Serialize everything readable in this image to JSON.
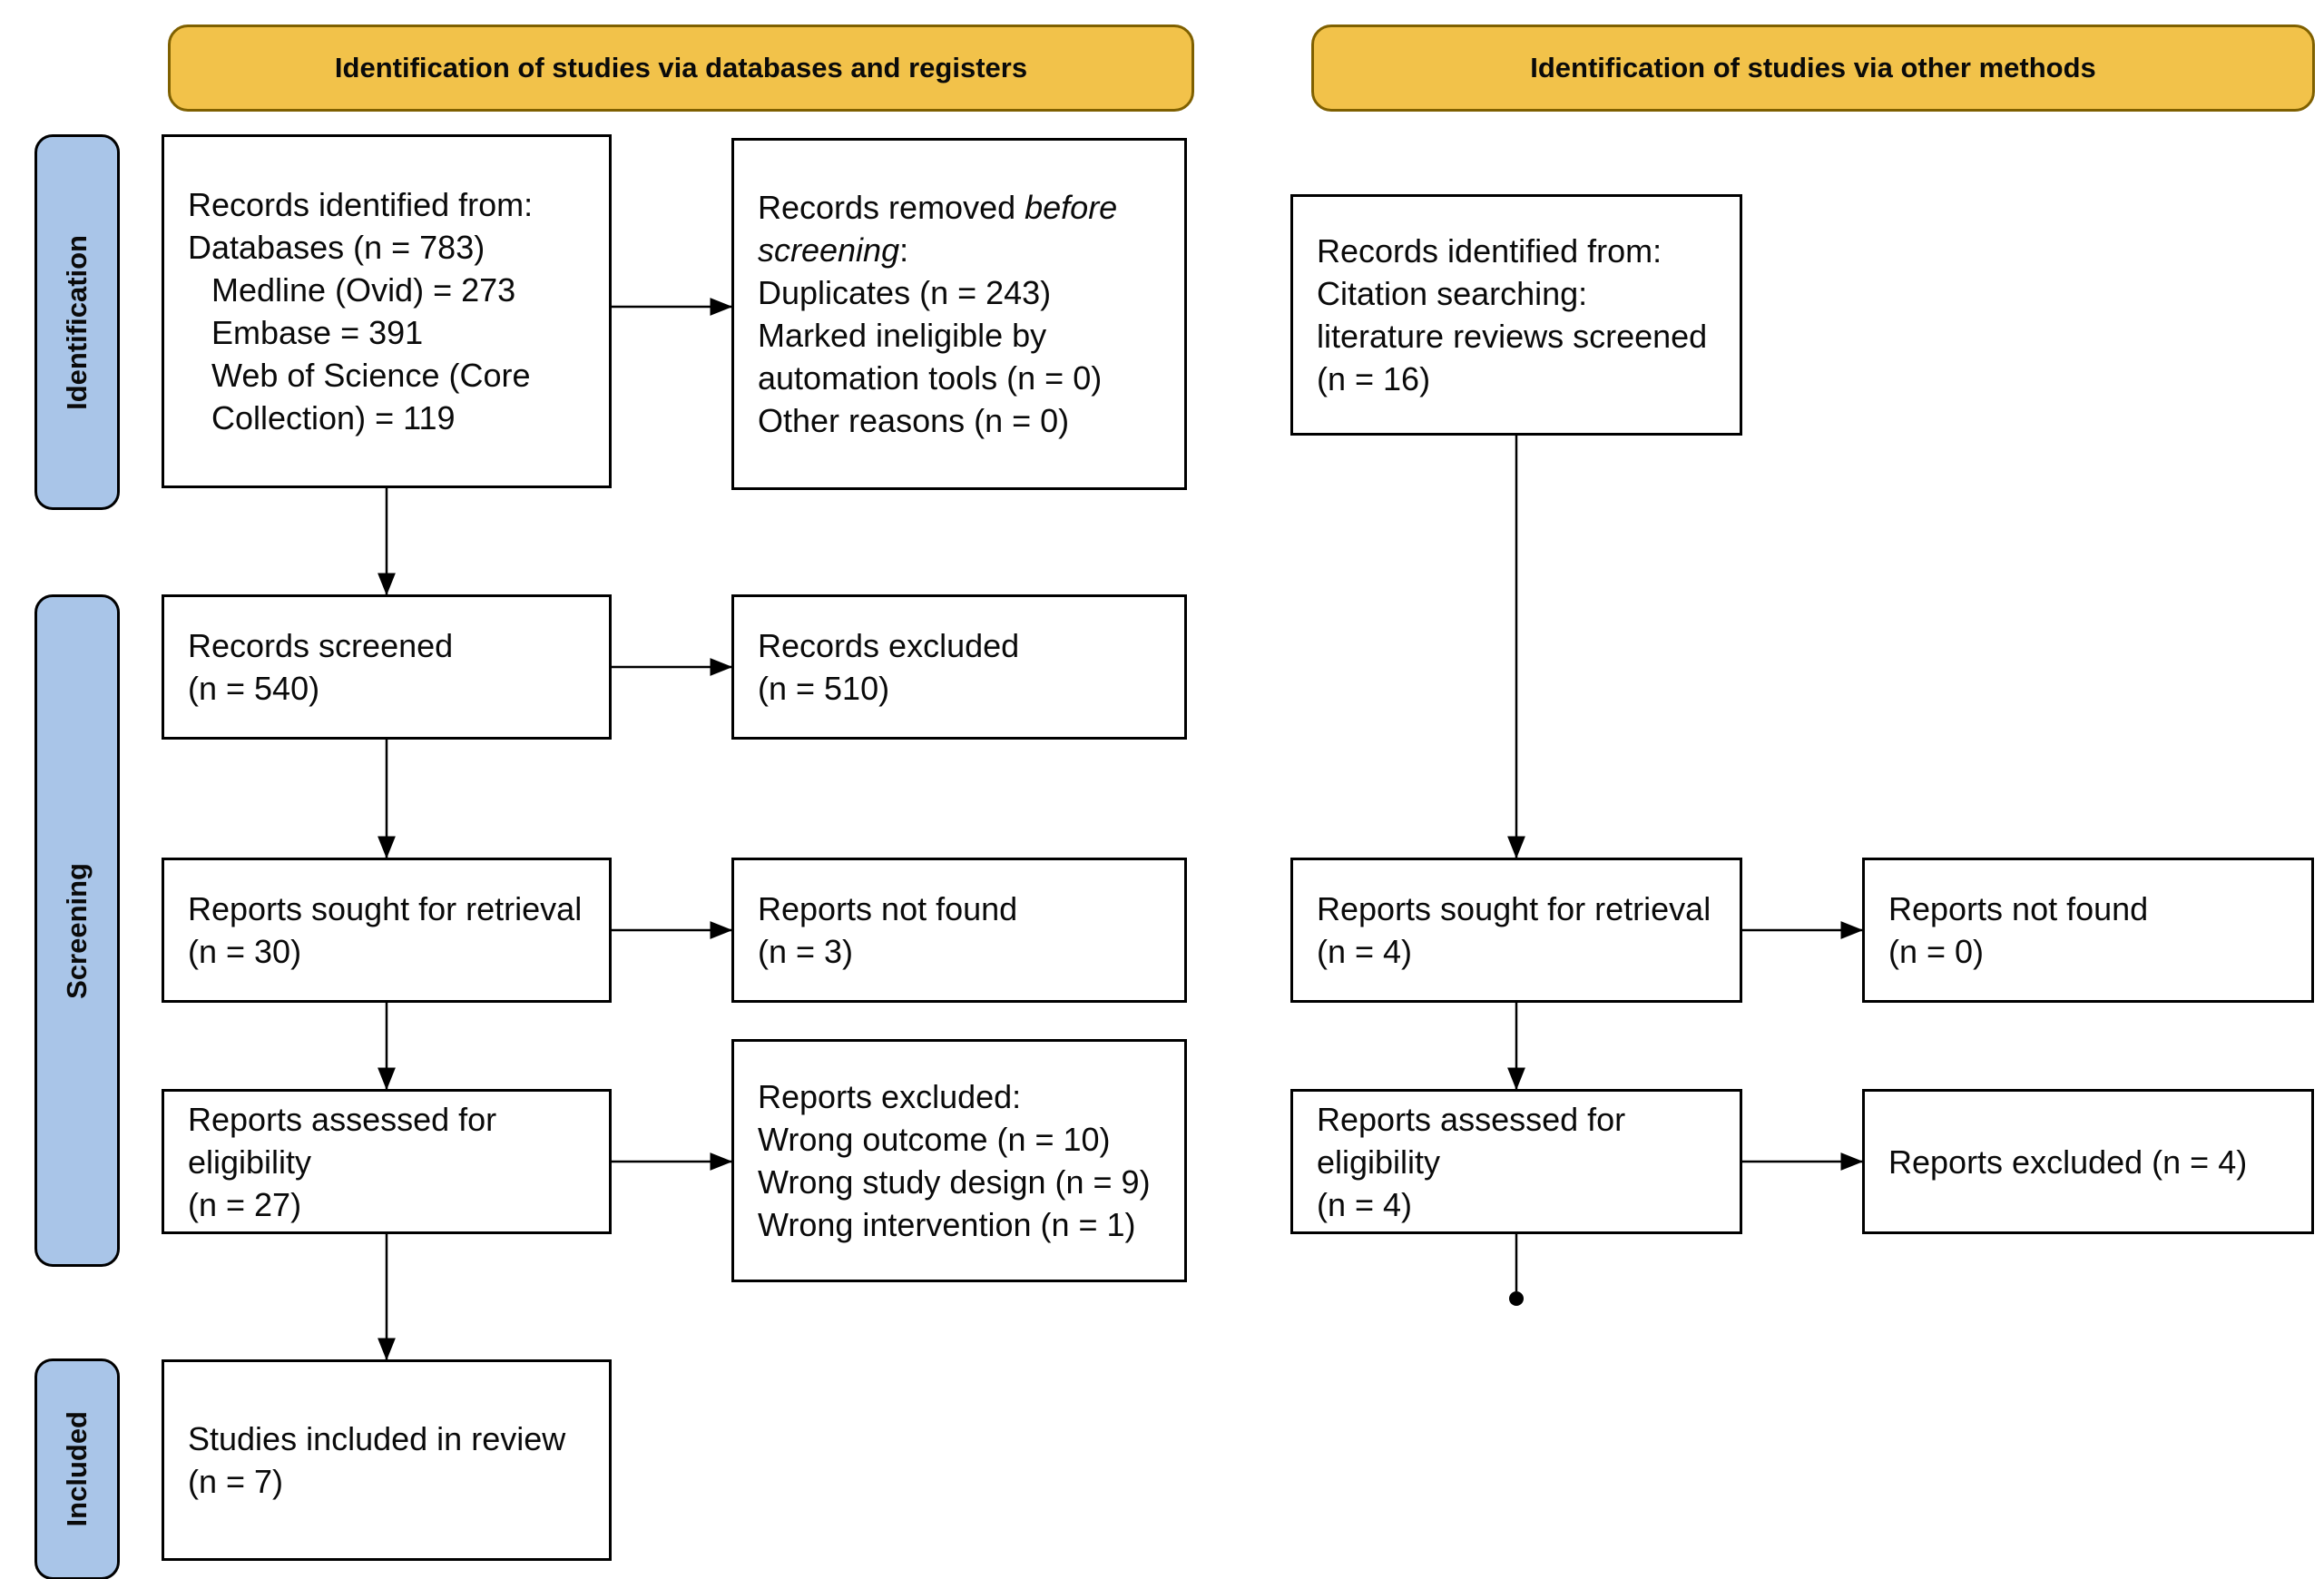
{
  "banners": {
    "databases_registers": "Identification of studies via databases and registers",
    "other_methods": "Identification of studies via other methods"
  },
  "stage_labels": {
    "identification": "Identification",
    "screening": "Screening",
    "included": "Included"
  },
  "colors": {
    "banner_fill": "#F2C24A",
    "banner_border": "#7F6000",
    "stage_fill": "#A9C5E8",
    "stage_border": "#000000",
    "box_border": "#000000",
    "box_fill": "#FFFFFF",
    "connector": "#000000"
  },
  "left_flow": {
    "records_identified": {
      "lines": [
        "Records identified from:",
        "Databases (n = 783)"
      ],
      "sub_lines": [
        "Medline (Ovid) = 273",
        "Embase = 391",
        "Web of Science (Core",
        "Collection) = 119"
      ]
    },
    "records_removed": {
      "normal_prefix": "Records removed ",
      "italic_line1": "before",
      "italic_line2": "screening",
      "suffix": ":",
      "lines": [
        "Duplicates (n = 243)",
        "Marked ineligible by",
        "automation tools (n = 0)",
        "Other reasons (n = 0)"
      ]
    },
    "records_screened": {
      "lines": [
        "Records screened",
        "(n = 540)"
      ]
    },
    "records_excluded": {
      "lines": [
        "Records excluded",
        "(n = 510)"
      ]
    },
    "reports_sought": {
      "lines": [
        "Reports sought for retrieval",
        "(n = 30)"
      ]
    },
    "reports_not_found": {
      "lines": [
        "Reports not found",
        "(n = 3)"
      ]
    },
    "reports_assessed": {
      "lines": [
        "Reports assessed for",
        "eligibility",
        "(n = 27)"
      ]
    },
    "reports_excluded": {
      "lines": [
        "Reports excluded:",
        "Wrong outcome (n = 10)",
        "Wrong study design (n = 9)",
        "Wrong intervention (n = 1)"
      ]
    },
    "studies_included": {
      "lines": [
        "Studies included in review",
        "(n = 7)"
      ]
    }
  },
  "right_flow": {
    "records_identified": {
      "lines": [
        "Records identified from:",
        "Citation searching:",
        "literature reviews screened",
        "(n = 16)"
      ]
    },
    "reports_sought": {
      "lines": [
        "Reports sought for retrieval",
        "(n = 4)"
      ]
    },
    "reports_not_found": {
      "lines": [
        "Reports not found",
        "(n = 0)"
      ]
    },
    "reports_assessed": {
      "lines": [
        "Reports assessed for",
        "eligibility",
        "(n = 4)"
      ]
    },
    "reports_excluded": {
      "lines": [
        "Reports excluded (n = 4)"
      ]
    }
  }
}
